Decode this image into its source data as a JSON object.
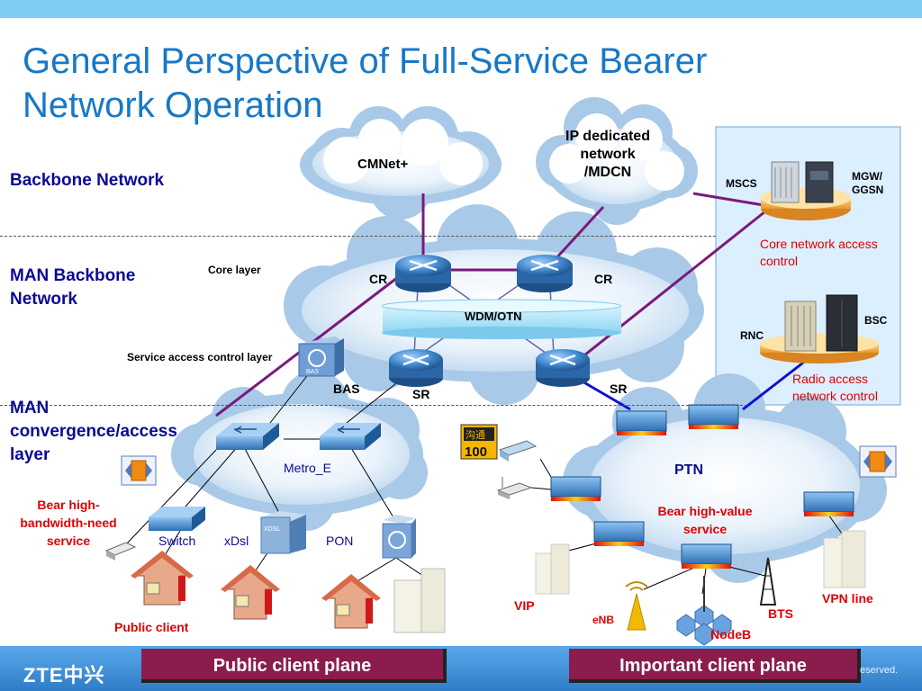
{
  "title": "General Perspective of Full-Service Bearer Network Operation",
  "layers": {
    "backbone": "Backbone Network",
    "man_backbone": "MAN Backbone Network",
    "man_access": "MAN convergence/access layer"
  },
  "labels": {
    "core_layer": "Core layer",
    "service_access_control_layer": "Service access control layer",
    "cmnet": "CMNet+",
    "ip_dedicated": "IP dedicated network /MDCN",
    "cr_left": "CR",
    "cr_right": "CR",
    "wdm": "WDM/OTN",
    "bas": "BAS",
    "sr_left": "SR",
    "sr_right": "SR",
    "metro_e": "Metro_E",
    "switch": "Switch",
    "xdsl": "xDsl",
    "pon": "PON",
    "ptn": "PTN",
    "mscs": "MSCS",
    "mgw": "MGW/ GGSN",
    "core_network_access_control": "Core network access control",
    "rnc": "RNC",
    "bsc": "BSC",
    "radio_access_network_control": "Radio access network control",
    "bear_high_bandwidth": "Bear high-bandwidth-need service",
    "public_client": "Public client",
    "bear_high_value": "Bear high-value service",
    "vip": "VIP",
    "enb": "eNB",
    "nodeb": "NodeB",
    "bts": "BTS",
    "vpn_line": "VPN line",
    "badge_text": "沟通",
    "badge_num": "100",
    "xdsl_device": "XDSL",
    "bas_device": "BAS"
  },
  "footer": {
    "logo": "ZTE中兴",
    "public_plane": "Public client plane",
    "important_plane": "Important client plane",
    "copyright": "eserved."
  },
  "colors": {
    "title": "#1878c6",
    "section": "#0a0a96",
    "red": "#e00000",
    "purple_link": "#7a1a7a",
    "blue_link": "#1010cc",
    "plane_bg": "#8b1c4e"
  }
}
